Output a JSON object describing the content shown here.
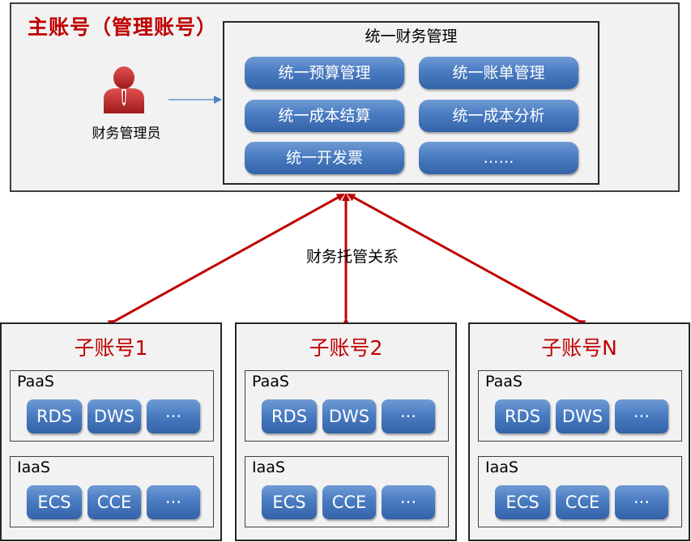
{
  "master": {
    "title": "主账号（管理账号）",
    "admin_label": "财务管理员",
    "panel": {
      "title": "统一财务管理",
      "items": [
        "统一预算管理",
        "统一账单管理",
        "统一成本结算",
        "统一成本分析",
        "统一开发票",
        "……"
      ]
    }
  },
  "relation_label": "财务托管关系",
  "sub_accounts": [
    {
      "title": "子账号1",
      "paas": {
        "label": "PaaS",
        "items": [
          "RDS",
          "DWS",
          "···"
        ]
      },
      "iaas": {
        "label": "IaaS",
        "items": [
          "ECS",
          "CCE",
          "···"
        ]
      }
    },
    {
      "title": "子账号2",
      "paas": {
        "label": "PaaS",
        "items": [
          "RDS",
          "DWS",
          "···"
        ]
      },
      "iaas": {
        "label": "IaaS",
        "items": [
          "ECS",
          "CCE",
          "···"
        ]
      }
    },
    {
      "title": "子账号N",
      "paas": {
        "label": "PaaS",
        "items": [
          "RDS",
          "DWS",
          "···"
        ]
      },
      "iaas": {
        "label": "IaaS",
        "items": [
          "ECS",
          "CCE",
          "···"
        ]
      }
    }
  ],
  "colors": {
    "title_red": "#c00000",
    "arrow_red": "#c00000",
    "pill_blue": "#4a7cc2",
    "arrow_blue": "#4f81bd"
  },
  "icons": {
    "admin": "user-icon"
  }
}
